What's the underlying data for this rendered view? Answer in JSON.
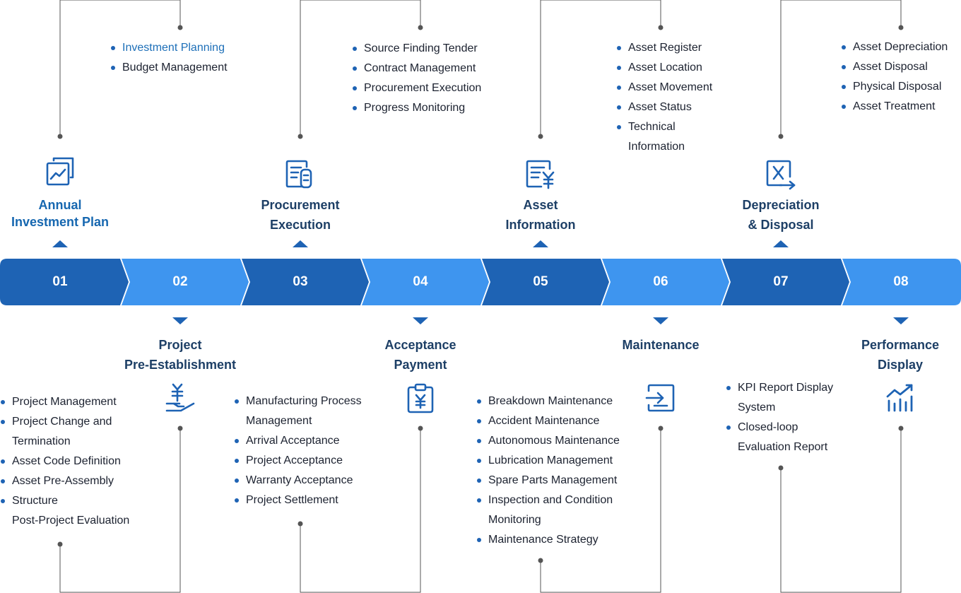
{
  "colors": {
    "dark_blue": "#1e63b4",
    "light_blue": "#3e95ef",
    "title_text": "#1d3f66",
    "connector": "#555555"
  },
  "steps": [
    {
      "number": "01",
      "title_lines": [
        "Annual",
        "Investment Plan"
      ],
      "icon": "chart-doc-icon",
      "items": [
        "Investment Planning",
        "Budget Management"
      ]
    },
    {
      "number": "02",
      "title_lines": [
        "Project",
        "Pre-Establishment"
      ],
      "icon": "yen-hand-icon",
      "items": [
        "Project Management",
        "Project Change and",
        "Termination",
        "Asset Code Definition",
        "Asset Pre-Assembly",
        "Structure",
        "Post-Project Evaluation"
      ]
    },
    {
      "number": "03",
      "title_lines": [
        "Procurement",
        "Execution"
      ],
      "icon": "procurement-doc-icon",
      "items": [
        "Source Finding Tender",
        "Contract Management",
        "Procurement Execution",
        "Progress Monitoring"
      ]
    },
    {
      "number": "04",
      "title_lines": [
        "Acceptance",
        "Payment"
      ],
      "icon": "yen-clipboard-icon",
      "items": [
        "Manufacturing Process",
        "Management",
        "Arrival Acceptance",
        "Project Acceptance",
        "Warranty Acceptance",
        "Project Settlement"
      ]
    },
    {
      "number": "05",
      "title_lines": [
        "Asset",
        "Information"
      ],
      "icon": "yen-list-icon",
      "items": [
        "Asset Register",
        "Asset Location",
        "Asset Movement",
        "Asset Status",
        "Technical",
        "Information"
      ]
    },
    {
      "number": "06",
      "title_lines": [
        "Maintenance"
      ],
      "icon": "login-arrow-icon",
      "items": [
        "Breakdown Maintenance",
        "Accident Maintenance",
        "Autonomous Maintenance",
        "Lubrication Management",
        "Spare Parts Management",
        "Inspection and Condition",
        "Monitoring",
        "Maintenance Strategy"
      ]
    },
    {
      "number": "07",
      "title_lines": [
        "Depreciation",
        "& Disposal"
      ],
      "icon": "x-export-icon",
      "items": [
        "Asset Depreciation",
        "Asset Disposal",
        "Physical Disposal",
        "Asset Treatment"
      ]
    },
    {
      "number": "08",
      "title_lines": [
        "Performance",
        "Display"
      ],
      "icon": "bar-growth-icon",
      "items": [
        "KPI Report Display",
        "System",
        "Closed-loop",
        "Evaluation Report"
      ]
    }
  ]
}
